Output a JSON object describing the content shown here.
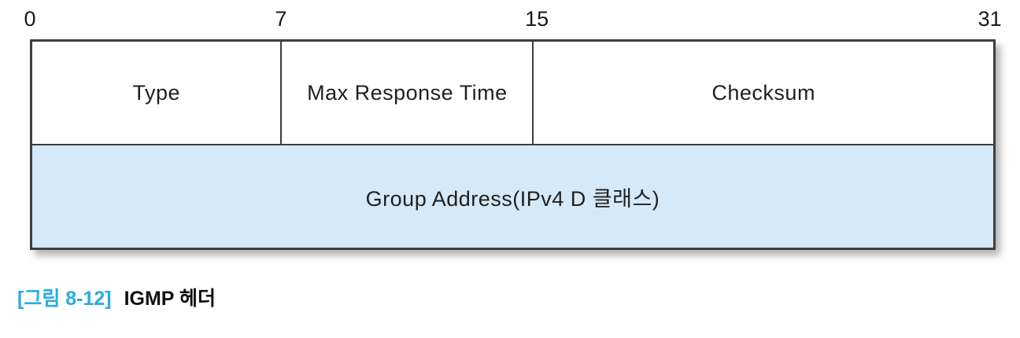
{
  "figure": {
    "bit_scale": [
      "0",
      "7",
      "15",
      "31"
    ],
    "rows": [
      {
        "cells": [
          {
            "label": "Type"
          },
          {
            "label": "Max Response Time"
          },
          {
            "label": "Checksum"
          }
        ]
      },
      {
        "cells": [
          {
            "label": "Group Address(IPv4 D 클래스)"
          }
        ]
      }
    ],
    "caption": {
      "tag": "[그림 8-12]",
      "title": "IGMP 헤더"
    },
    "colors": {
      "row_fill": "#d5e9f8",
      "border": "#3e3e3e",
      "caption_accent": "#29abe2"
    }
  }
}
